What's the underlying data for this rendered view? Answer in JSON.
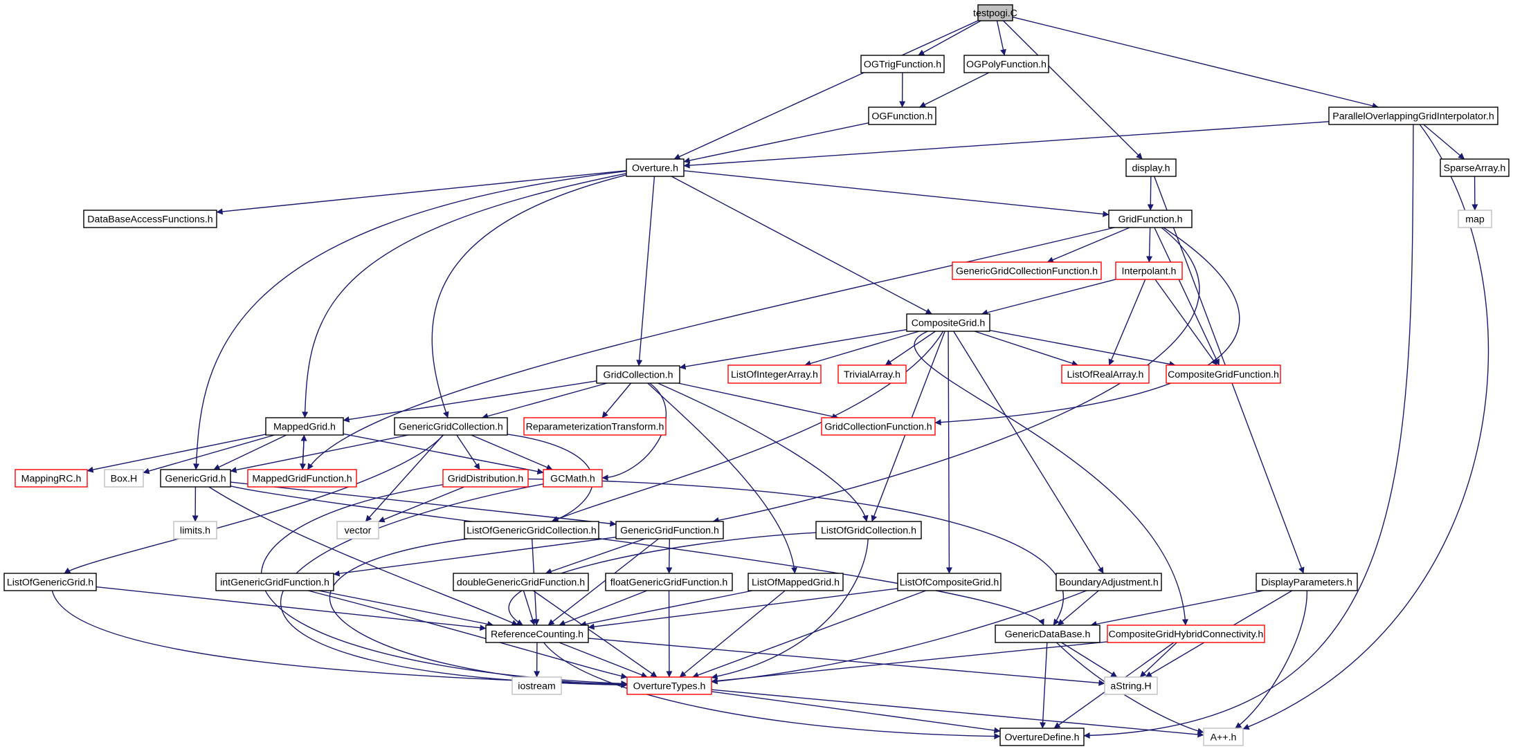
{
  "colors": {
    "edge": "#191970",
    "text": "#000000",
    "border_normal": "#000000",
    "border_incomplete": "#ff0000",
    "border_external": "#bfbfbf",
    "root_fill": "#bfbfbf",
    "fill": "#ffffff"
  },
  "nodes": [
    {
      "id": "testpogi",
      "label": "testpogi.C",
      "kind": "root"
    },
    {
      "id": "OGTrig",
      "label": "OGTrigFunction.h",
      "kind": "normal"
    },
    {
      "id": "OGPoly",
      "label": "OGPolyFunction.h",
      "kind": "normal"
    },
    {
      "id": "OGFunction",
      "label": "OGFunction.h",
      "kind": "normal"
    },
    {
      "id": "POGI",
      "label": "ParallelOverlappingGridInterpolator.h",
      "kind": "normal"
    },
    {
      "id": "Overture",
      "label": "Overture.h",
      "kind": "normal"
    },
    {
      "id": "display",
      "label": "display.h",
      "kind": "normal"
    },
    {
      "id": "SparseArray",
      "label": "SparseArray.h",
      "kind": "normal"
    },
    {
      "id": "map",
      "label": "map",
      "kind": "external"
    },
    {
      "id": "DBAF",
      "label": "DataBaseAccessFunctions.h",
      "kind": "normal"
    },
    {
      "id": "GridFunction",
      "label": "GridFunction.h",
      "kind": "normal"
    },
    {
      "id": "GGCF",
      "label": "GenericGridCollectionFunction.h",
      "kind": "incomplete"
    },
    {
      "id": "Interpolant",
      "label": "Interpolant.h",
      "kind": "incomplete"
    },
    {
      "id": "CompositeGrid",
      "label": "CompositeGrid.h",
      "kind": "normal"
    },
    {
      "id": "GridCollection",
      "label": "GridCollection.h",
      "kind": "normal"
    },
    {
      "id": "LOIA",
      "label": "ListOfIntegerArray.h",
      "kind": "incomplete"
    },
    {
      "id": "TrivialArray",
      "label": "TrivialArray.h",
      "kind": "incomplete"
    },
    {
      "id": "LORA",
      "label": "ListOfRealArray.h",
      "kind": "incomplete"
    },
    {
      "id": "CGF",
      "label": "CompositeGridFunction.h",
      "kind": "incomplete"
    },
    {
      "id": "MappedGrid",
      "label": "MappedGrid.h",
      "kind": "normal"
    },
    {
      "id": "GGC",
      "label": "GenericGridCollection.h",
      "kind": "normal"
    },
    {
      "id": "RPT",
      "label": "ReparameterizationTransform.h",
      "kind": "incomplete"
    },
    {
      "id": "GCF",
      "label": "GridCollectionFunction.h",
      "kind": "incomplete"
    },
    {
      "id": "MappingRC",
      "label": "MappingRC.h",
      "kind": "incomplete"
    },
    {
      "id": "BoxH",
      "label": "Box.H",
      "kind": "external"
    },
    {
      "id": "GenericGrid",
      "label": "GenericGrid.h",
      "kind": "normal"
    },
    {
      "id": "MGF",
      "label": "MappedGridFunction.h",
      "kind": "incomplete"
    },
    {
      "id": "GridDist",
      "label": "GridDistribution.h",
      "kind": "incomplete"
    },
    {
      "id": "GCMath",
      "label": "GCMath.h",
      "kind": "incomplete"
    },
    {
      "id": "limits",
      "label": "limits.h",
      "kind": "external"
    },
    {
      "id": "vector",
      "label": "vector",
      "kind": "external"
    },
    {
      "id": "LOGGC",
      "label": "ListOfGenericGridCollection.h",
      "kind": "normal"
    },
    {
      "id": "GGF",
      "label": "GenericGridFunction.h",
      "kind": "normal"
    },
    {
      "id": "LOGC",
      "label": "ListOfGridCollection.h",
      "kind": "normal"
    },
    {
      "id": "LOGG",
      "label": "ListOfGenericGrid.h",
      "kind": "normal"
    },
    {
      "id": "intGGF",
      "label": "intGenericGridFunction.h",
      "kind": "normal"
    },
    {
      "id": "dblGGF",
      "label": "doubleGenericGridFunction.h",
      "kind": "normal"
    },
    {
      "id": "fltGGF",
      "label": "floatGenericGridFunction.h",
      "kind": "normal"
    },
    {
      "id": "LOMG",
      "label": "ListOfMappedGrid.h",
      "kind": "normal"
    },
    {
      "id": "LOCG",
      "label": "ListOfCompositeGrid.h",
      "kind": "normal"
    },
    {
      "id": "BA",
      "label": "BoundaryAdjustment.h",
      "kind": "normal"
    },
    {
      "id": "DP",
      "label": "DisplayParameters.h",
      "kind": "normal"
    },
    {
      "id": "RC",
      "label": "ReferenceCounting.h",
      "kind": "normal"
    },
    {
      "id": "GDB",
      "label": "GenericDataBase.h",
      "kind": "normal"
    },
    {
      "id": "CGHC",
      "label": "CompositeGridHybridConnectivity.h",
      "kind": "incomplete"
    },
    {
      "id": "iostream",
      "label": "iostream",
      "kind": "external"
    },
    {
      "id": "OT",
      "label": "OvertureTypes.h",
      "kind": "incomplete"
    },
    {
      "id": "aString",
      "label": "aString.H",
      "kind": "external"
    },
    {
      "id": "OD",
      "label": "OvertureDefine.h",
      "kind": "normal"
    },
    {
      "id": "App",
      "label": "A++.h",
      "kind": "external"
    }
  ],
  "edges": [
    [
      "testpogi",
      "OGTrig"
    ],
    [
      "testpogi",
      "OGPoly"
    ],
    [
      "testpogi",
      "Overture"
    ],
    [
      "testpogi",
      "display"
    ],
    [
      "testpogi",
      "POGI"
    ],
    [
      "OGTrig",
      "OGFunction"
    ],
    [
      "OGPoly",
      "OGFunction"
    ],
    [
      "OGFunction",
      "Overture"
    ],
    [
      "POGI",
      "Overture"
    ],
    [
      "POGI",
      "SparseArray"
    ],
    [
      "POGI",
      "OD"
    ],
    [
      "POGI",
      "App"
    ],
    [
      "SparseArray",
      "map"
    ],
    [
      "display",
      "GridFunction"
    ],
    [
      "display",
      "DP"
    ],
    [
      "Overture",
      "DBAF"
    ],
    [
      "Overture",
      "GridFunction"
    ],
    [
      "Overture",
      "CompositeGrid"
    ],
    [
      "Overture",
      "GridCollection"
    ],
    [
      "Overture",
      "MappedGrid"
    ],
    [
      "Overture",
      "GGC"
    ],
    [
      "Overture",
      "GenericGrid"
    ],
    [
      "GridFunction",
      "GGCF"
    ],
    [
      "GridFunction",
      "Interpolant"
    ],
    [
      "GridFunction",
      "CGF"
    ],
    [
      "GridFunction",
      "GCF"
    ],
    [
      "GridFunction",
      "MGF"
    ],
    [
      "GridFunction",
      "GGF"
    ],
    [
      "Interpolant",
      "CompositeGrid"
    ],
    [
      "Interpolant",
      "LORA"
    ],
    [
      "Interpolant",
      "CGF"
    ],
    [
      "CompositeGrid",
      "GridCollection"
    ],
    [
      "CompositeGrid",
      "LOIA"
    ],
    [
      "CompositeGrid",
      "TrivialArray"
    ],
    [
      "CompositeGrid",
      "LORA"
    ],
    [
      "CompositeGrid",
      "CGF"
    ],
    [
      "CompositeGrid",
      "LOGGC"
    ],
    [
      "CompositeGrid",
      "LOGC"
    ],
    [
      "CompositeGrid",
      "LOCG"
    ],
    [
      "CompositeGrid",
      "BA"
    ],
    [
      "CompositeGrid",
      "CGHC"
    ],
    [
      "GridCollection",
      "MappedGrid"
    ],
    [
      "GridCollection",
      "GGC"
    ],
    [
      "GridCollection",
      "RPT"
    ],
    [
      "GridCollection",
      "GCF"
    ],
    [
      "GridCollection",
      "GCMath"
    ],
    [
      "GridCollection",
      "LOGC"
    ],
    [
      "GridCollection",
      "LOMG"
    ],
    [
      "MappedGrid",
      "MappingRC"
    ],
    [
      "MappedGrid",
      "BoxH"
    ],
    [
      "MappedGrid",
      "GenericGrid"
    ],
    [
      "MappedGrid",
      "MGF"
    ],
    [
      "MappedGrid",
      "GCMath"
    ],
    [
      "MGF",
      "MappedGrid"
    ],
    [
      "GGC",
      "GenericGrid"
    ],
    [
      "GGC",
      "GridDist"
    ],
    [
      "GGC",
      "GCMath"
    ],
    [
      "GGC",
      "vector"
    ],
    [
      "GGC",
      "LOGGC"
    ],
    [
      "GGC",
      "LOGG"
    ],
    [
      "GenericGrid",
      "limits"
    ],
    [
      "GenericGrid",
      "GGF"
    ],
    [
      "GenericGrid",
      "RC"
    ],
    [
      "GenericGrid",
      "GDB"
    ],
    [
      "GridDist",
      "vector"
    ],
    [
      "GridDist",
      "OT"
    ],
    [
      "GridDist",
      "GDB"
    ],
    [
      "GCMath",
      "OT"
    ],
    [
      "LOGGC",
      "RC"
    ],
    [
      "LOGGC",
      "OT"
    ],
    [
      "GGF",
      "intGGF"
    ],
    [
      "GGF",
      "dblGGF"
    ],
    [
      "GGF",
      "fltGGF"
    ],
    [
      "GGF",
      "RC"
    ],
    [
      "LOGC",
      "RC"
    ],
    [
      "LOGC",
      "OT"
    ],
    [
      "LOGG",
      "RC"
    ],
    [
      "LOGG",
      "OT"
    ],
    [
      "intGGF",
      "RC"
    ],
    [
      "intGGF",
      "OT"
    ],
    [
      "dblGGF",
      "RC"
    ],
    [
      "dblGGF",
      "OT"
    ],
    [
      "fltGGF",
      "RC"
    ],
    [
      "fltGGF",
      "OT"
    ],
    [
      "LOMG",
      "RC"
    ],
    [
      "LOMG",
      "OT"
    ],
    [
      "LOCG",
      "RC"
    ],
    [
      "LOCG",
      "OT"
    ],
    [
      "BA",
      "GDB"
    ],
    [
      "BA",
      "OT"
    ],
    [
      "DP",
      "GDB"
    ],
    [
      "DP",
      "aString"
    ],
    [
      "DP",
      "App"
    ],
    [
      "RC",
      "iostream"
    ],
    [
      "RC",
      "OT"
    ],
    [
      "RC",
      "aString"
    ],
    [
      "RC",
      "OD"
    ],
    [
      "GDB",
      "aString"
    ],
    [
      "GDB",
      "OD"
    ],
    [
      "GDB",
      "App"
    ],
    [
      "CGHC",
      "aString"
    ],
    [
      "CGHC",
      "OT"
    ],
    [
      "CGHC",
      "OD"
    ],
    [
      "OT",
      "OD"
    ],
    [
      "OT",
      "App"
    ]
  ]
}
